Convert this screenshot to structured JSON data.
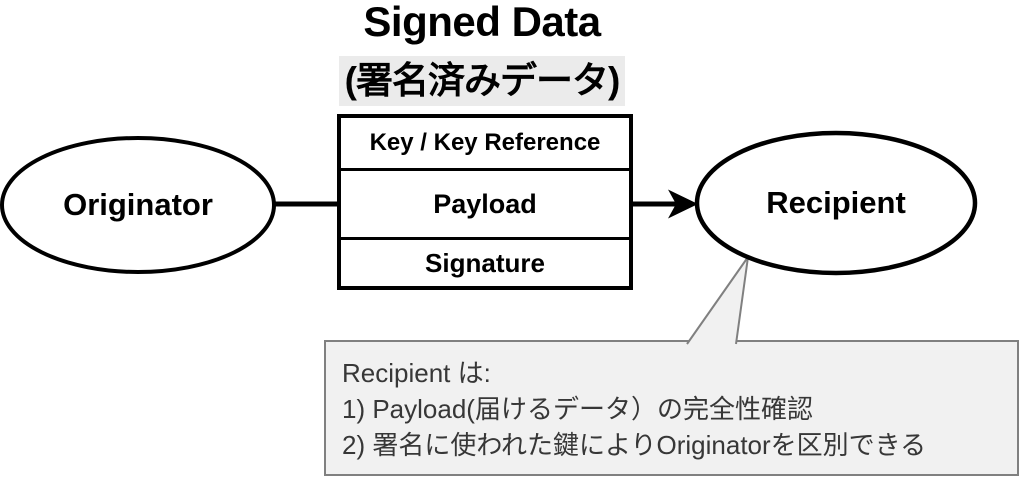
{
  "title": "Signed Data",
  "subtitle": "(署名済みデータ)",
  "originator_label": "Originator",
  "recipient_label": "Recipient",
  "box": {
    "rows": [
      "Key / Key Reference",
      "Payload",
      "Signature"
    ]
  },
  "callout": {
    "lines": [
      "Recipient は:",
      "1) Payload(届けるデータ）の完全性確認",
      "2) 署名に使われた鍵によりOriginatorを区別できる"
    ]
  },
  "colors": {
    "stroke": "#000000",
    "highlight_bg": "#ebebeb",
    "callout_bg": "#f1f1f1",
    "callout_border": "#808080",
    "callout_text": "#373737"
  }
}
